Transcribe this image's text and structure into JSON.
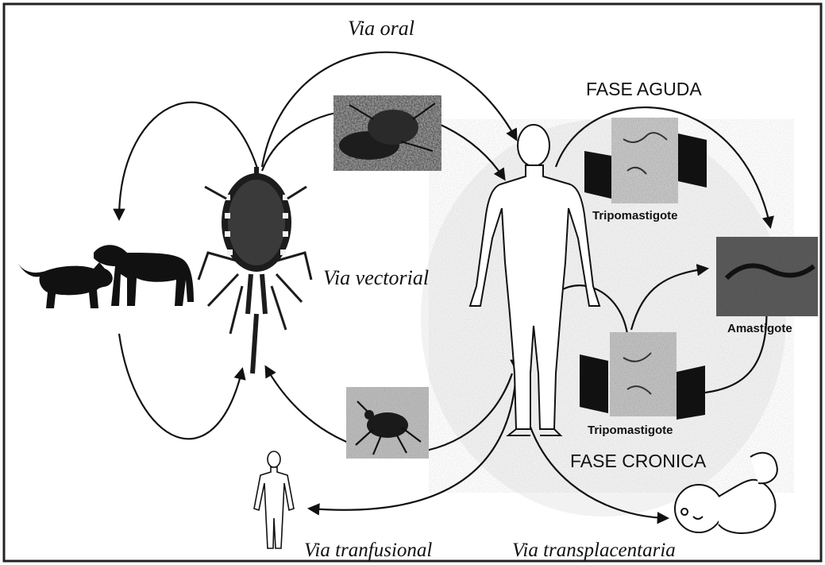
{
  "labels": {
    "via_oral": "Via oral",
    "via_vectorial": "Via vectorial",
    "via_tranfusional": "Via tranfusional",
    "via_transplacentaria": "Via transplacentaria",
    "fase_aguda": "FASE AGUDA",
    "fase_cronica": "FASE CRONICA",
    "tripomastigote_top": "Tripomastigote",
    "tripomastigote_bottom": "Tripomastigote",
    "amastigote": "Amastigote"
  }
}
